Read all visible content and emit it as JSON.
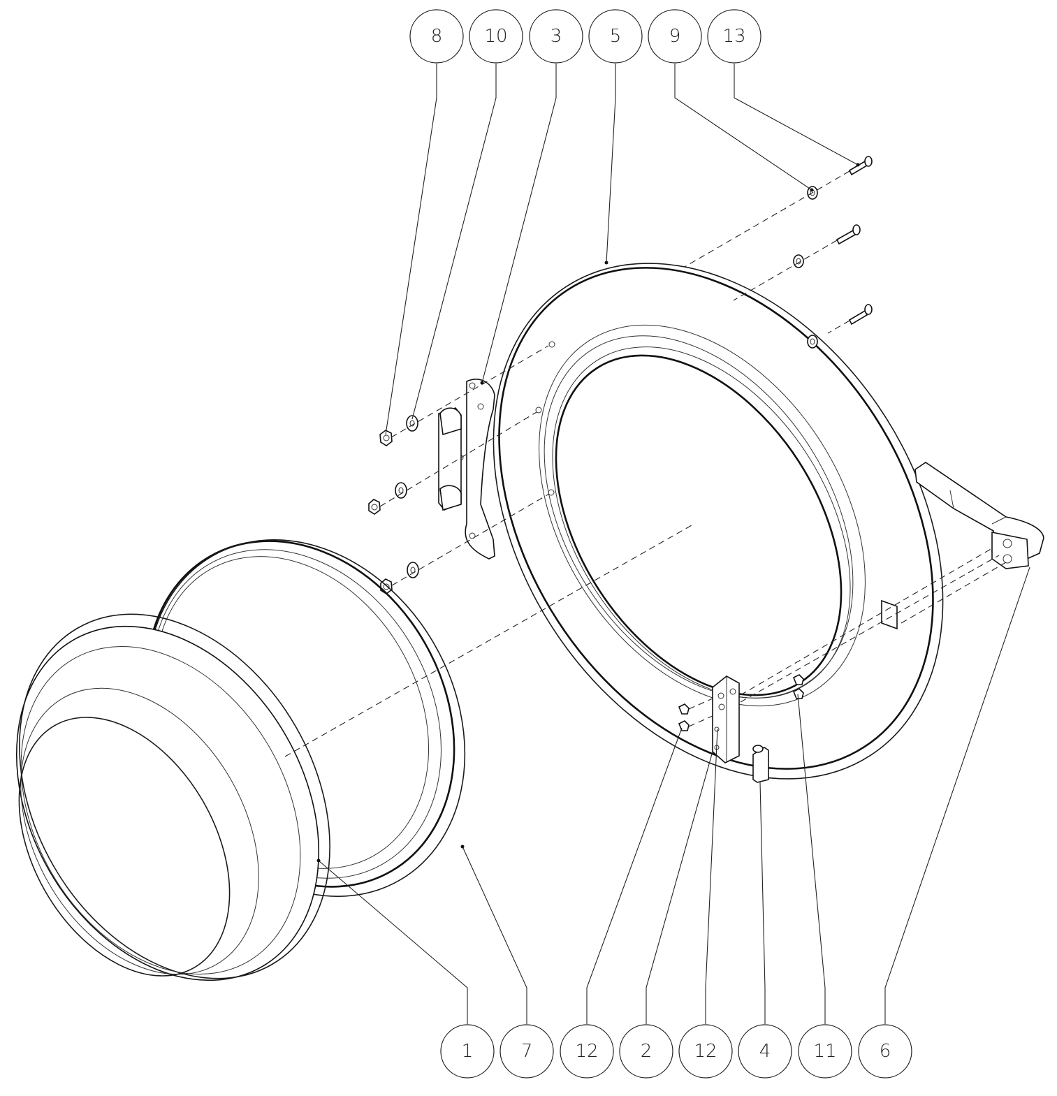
{
  "callouts_top": [
    "8",
    "10",
    "3",
    "5",
    "9",
    "13"
  ],
  "callouts_bottom": [
    "1",
    "7",
    "12",
    "2",
    "12",
    "4",
    "11",
    "6"
  ]
}
